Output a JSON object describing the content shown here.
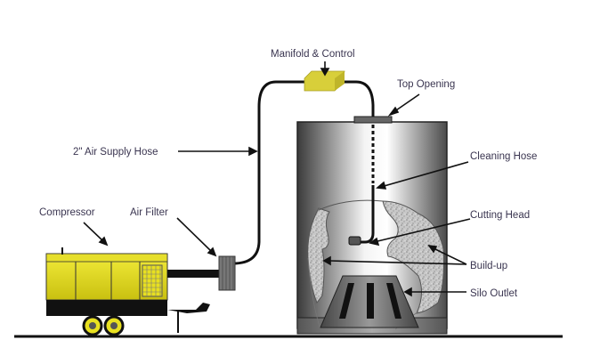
{
  "diagram": {
    "title": "Silo cleaning system setup",
    "labels": {
      "manifold": "Manifold & Control",
      "top_opening": "Top Opening",
      "air_supply_hose": "2\" Air Supply Hose",
      "cleaning_hose": "Cleaning Hose",
      "cutting_head": "Cutting Head",
      "build_up": "Build-up",
      "silo_outlet": "Silo Outlet",
      "compressor": "Compressor",
      "air_filter": "Air Filter"
    },
    "colors": {
      "compressor_yellow": "#e8e020",
      "manifold_yellow": "#d8cf3a",
      "line": "#111111",
      "label_text": "#3a3550"
    }
  }
}
